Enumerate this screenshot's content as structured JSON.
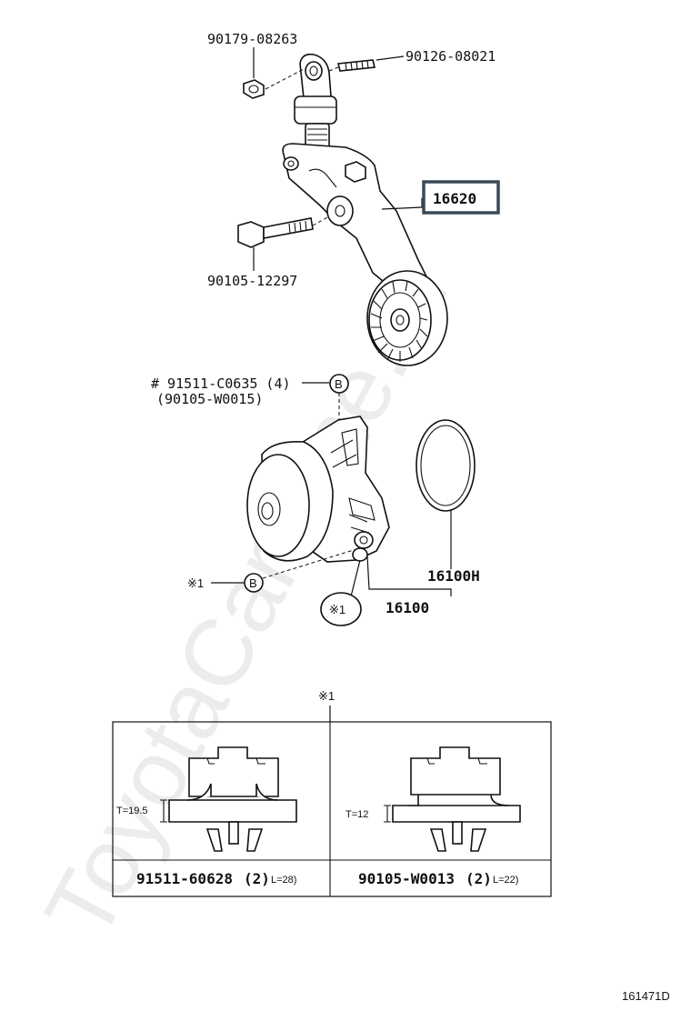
{
  "watermark": "ToyotaCarMine.ru",
  "diagram_id": "161471D",
  "parts": {
    "nut": "90179-08263",
    "stud": "90126-08021",
    "tensioner": "16620",
    "bolt": "90105-12297",
    "pump_bolt_line1": "# 91511-C0635 (4)",
    "pump_bolt_line2": "(90105-W0015)",
    "gasket": "16100H",
    "water_pump": "16100"
  },
  "markers": {
    "b": "B",
    "note1": "※1"
  },
  "detail": {
    "ref": "※1",
    "left_thickness": "T=19.5",
    "right_thickness": "T=12",
    "left_part": "91511-60628",
    "left_qty": "(2)",
    "left_len": "L=28)",
    "right_part": "90105-W0013",
    "right_qty": "(2)",
    "right_len": "L=22)"
  }
}
